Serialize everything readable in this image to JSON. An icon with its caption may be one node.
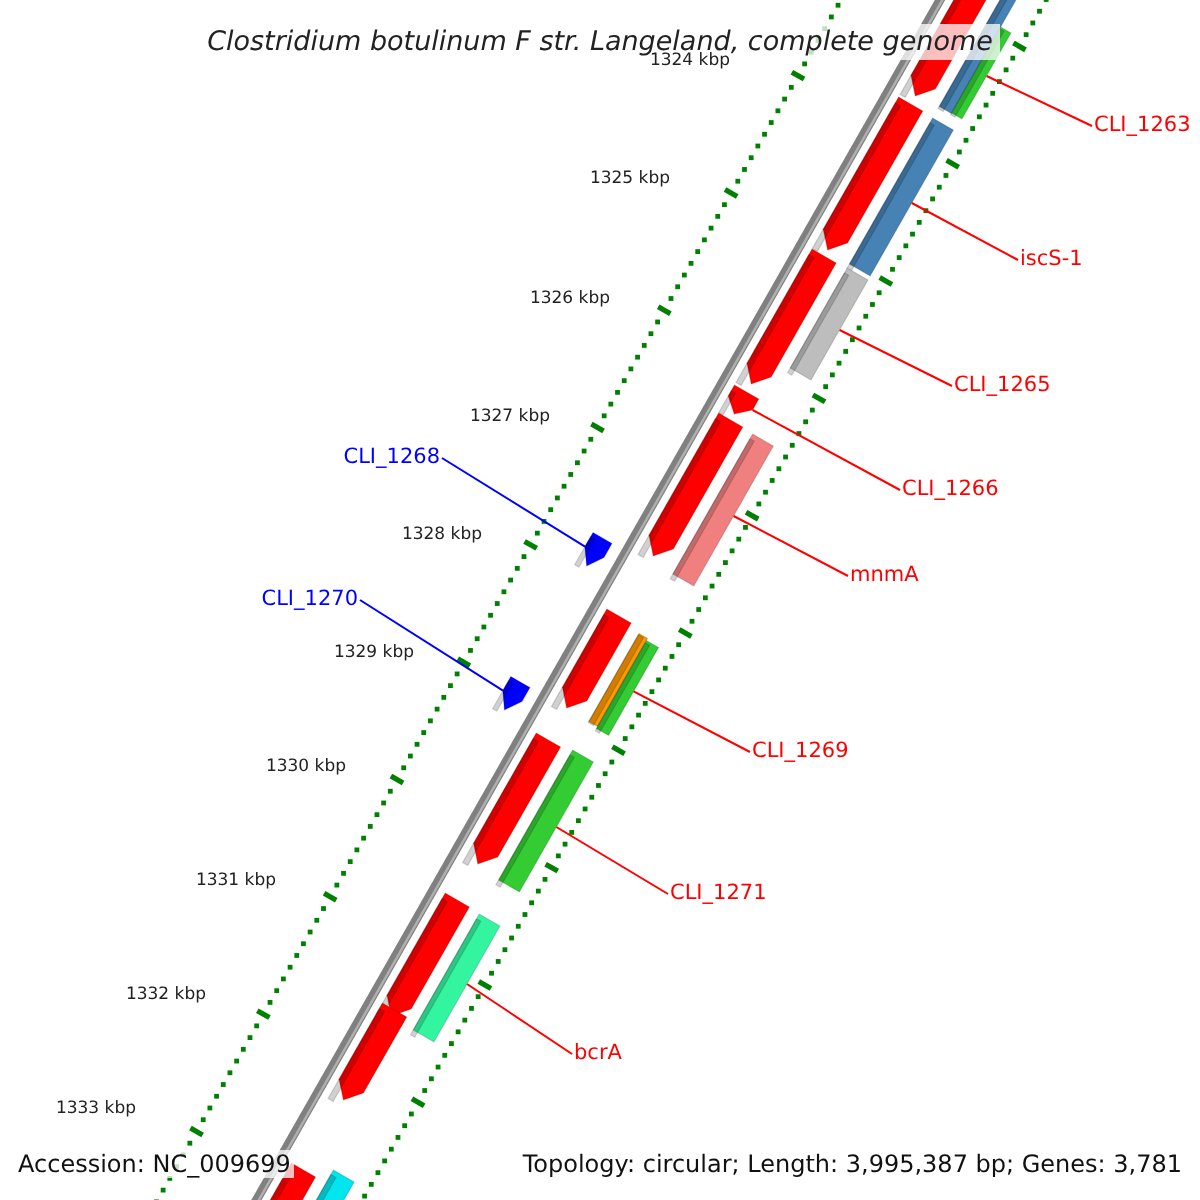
{
  "diagram": {
    "title": "Clostridium botulinum F str. Langeland, complete genome",
    "nodes": [
      {
        "text": [
          "CLI_1263"
        ]
      },
      {
        "text": [],
        "shape": "bar"
      },
      {
        "text": [
          "iscS-1"
        ]
      },
      {
        "text": [],
        "shape": "bar"
      },
      {
        "text": [
          "CLI_1265"
        ]
      },
      {
        "text": [],
        "shape": "bar"
      },
      {
        "text": [
          "CLI_1268"
        ]
      },
      {
        "text": [],
        "shape": "bar"
      },
      {
        "text": [
          "CLI_1266"
        ]
      },
      {
        "text": [],
        "shape": "bar"
      },
      {
        "text": [
          "mnmA"
        ]
      },
      {
        "text": [],
        "shape": "bar"
      },
      {
        "text": [
          "CLI_1270"
        ]
      },
      {
        "text": [],
        "shape": "bar"
      },
      {
        "text": [
          "CLI_1269"
        ]
      },
      {
        "text": [],
        "shape": "bar"
      },
      {
        "text": [
          "CLI_1271"
        ]
      },
      {
        "text": [],
        "shape": "bar"
      },
      {
        "text": [
          "bcrA"
        ]
      },
      {
        "text": [],
        "shape": "bar"
      }
    ],
    "edges": [
      {
        "from": 0,
        "to": 1,
        "arrow": "none"
      },
      {
        "from": 2,
        "to": 3,
        "arrow": "none"
      },
      {
        "from": 4,
        "to": 5,
        "arrow": "none"
      },
      {
        "from": 6,
        "to": 7,
        "arrow": "none",
        "color": "#0000ff"
      },
      {
        "from": 8,
        "to": 9,
        "arrow": "none"
      },
      {
        "from": 10,
        "to": 11,
        "arrow": "none"
      },
      {
        "from": 12,
        "to": 13,
        "arrow": "none",
        "color": "#0000ff"
      },
      {
        "from": 14,
        "to": 15,
        "arrow": "none"
      },
      {
        "from": 16,
        "to": 17,
        "arrow": "none"
      },
      {
        "from": 18,
        "to": 19,
        "arrow": "none"
      }
    ],
    "labels": [
      "1324 kbp",
      "1325 kbp",
      "1326 kbp",
      "1327 kbp",
      "1328 kbp",
      "1329 kbp",
      "1330 kbp",
      "1331 kbp",
      "1332 kbp",
      "1333 kbp",
      "Accession: NC_009699",
      "Topology: circular; Length: 3,995,387 bp; Genes: 3,781"
    ]
  }
}
